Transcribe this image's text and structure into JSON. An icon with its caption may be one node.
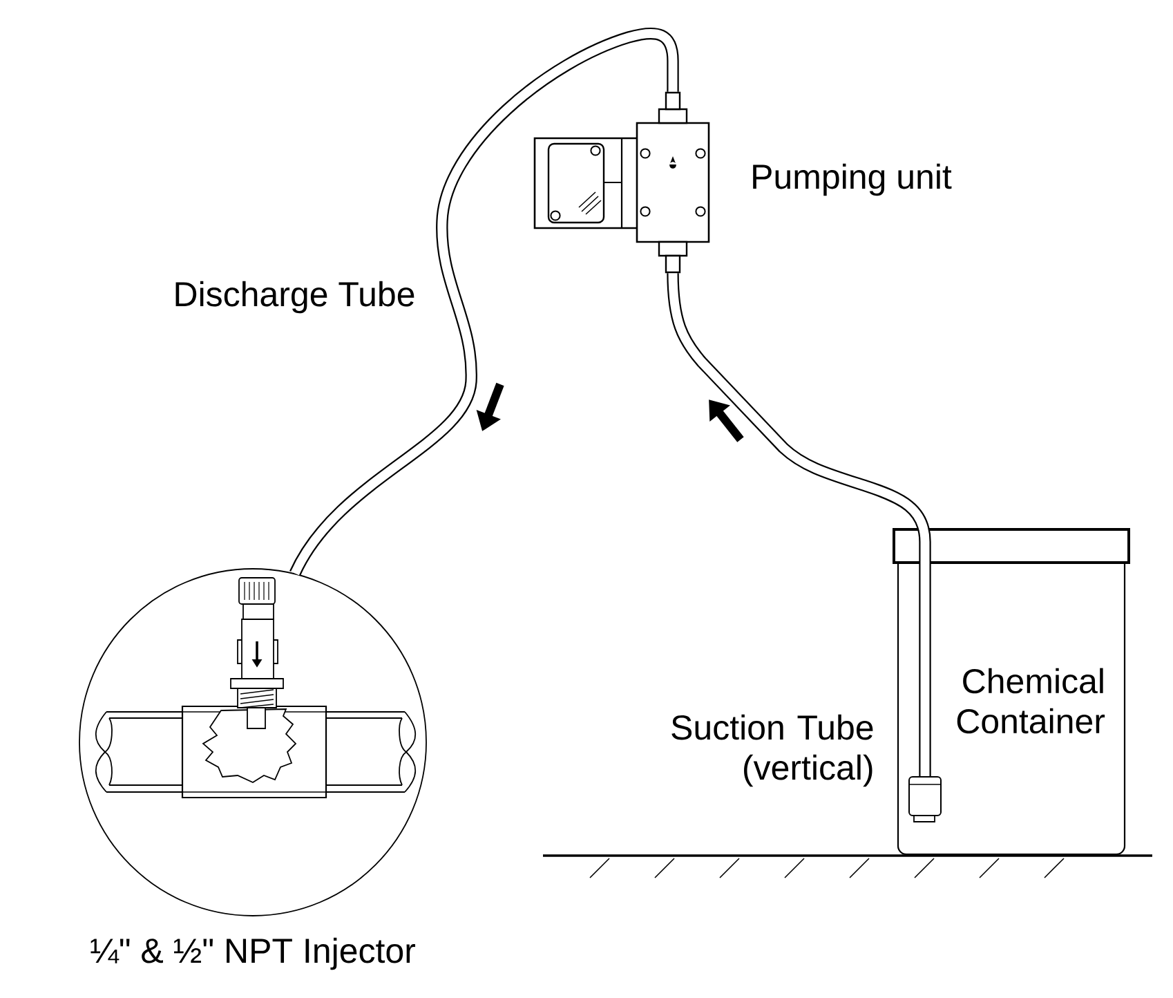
{
  "diagram": {
    "nodes": [
      {
        "text": [],
        "shape": "picture",
        "beside": [
          "Pumping unit"
        ]
      },
      {
        "text": [],
        "shape": "circle",
        "beside": [
          "¼\" & ½\" NPT Injector"
        ]
      },
      {
        "text": [
          "Chemical Container"
        ]
      },
      {
        "text": [],
        "shape": "box",
        "in": 2
      }
    ],
    "edges": [
      {
        "from": 0,
        "to": 1,
        "arrow": "none",
        "label": "Discharge Tube"
      },
      {
        "from": 3,
        "to": 0,
        "arrow": "none",
        "label": "Suction Tube (vertical)"
      }
    ]
  }
}
